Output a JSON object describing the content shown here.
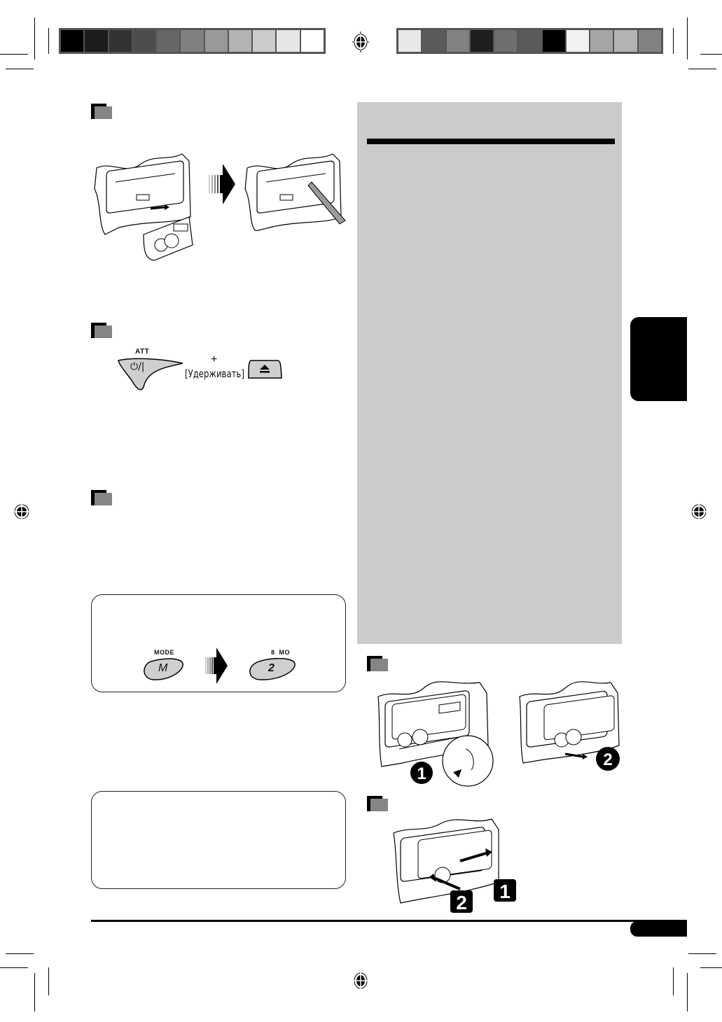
{
  "page": {
    "type": "printed-manual-page",
    "background": "#ffffff"
  },
  "color_bars": {
    "left": [
      "#000000",
      "#1c1c1c",
      "#333333",
      "#4d4d4d",
      "#666666",
      "#808080",
      "#999999",
      "#b3b3b3",
      "#cccccc",
      "#e6e6e6",
      "#ffffff"
    ],
    "right": [
      "#e8e8e8",
      "#5a5a5a",
      "#828282",
      "#1e1e1e",
      "#6e6e6e",
      "#5a5a5a",
      "#000000",
      "#f2f2f2",
      "#a6a6a6",
      "#b3b3b3",
      "#828282"
    ]
  },
  "sections": {
    "detach_panel": {
      "marker": "section-marker",
      "illustration": "faceplate-removal-and-reset"
    },
    "reset": {
      "marker": "section-marker",
      "button_att": {
        "label": "ATT",
        "glyph": "⏻/|"
      },
      "plus": "+",
      "hold_text": "[Удерживать]",
      "button_eject": {
        "glyph": "⏏"
      }
    },
    "section_three": {
      "marker": "section-marker"
    },
    "mode_box": {
      "mode_button": {
        "label": "MODE",
        "glyph": "M"
      },
      "preset_button": {
        "label": "8  MO",
        "glyph": "2"
      }
    },
    "note_box": {},
    "gray_panel": {
      "color": "#cbcbcb"
    },
    "attach_detach": {
      "marker": "section-marker",
      "step1": "1",
      "step2": "2"
    },
    "attach": {
      "marker": "section-marker",
      "step1": "1",
      "step2": "2"
    }
  },
  "side_tab": {
    "color": "#000000"
  },
  "page_number_tab": {
    "color": "#000000"
  }
}
